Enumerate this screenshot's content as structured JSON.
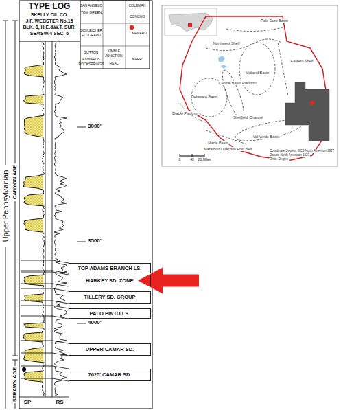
{
  "diagram": {
    "title": "TYPE LOG",
    "nodes": [
      {
        "text": [
          "TOP ADAMS BRANCH LS."
        ]
      },
      {
        "text": [
          "HARKEY SD. ZONE"
        ]
      },
      {
        "text": [
          "TILLERY SD. GROUP"
        ]
      },
      {
        "text": [
          "PALO PINTO LS."
        ]
      },
      {
        "text": [
          "UPPER CAMAR SD."
        ]
      },
      {
        "text": [
          "7625' CAMAR SD."
        ]
      }
    ],
    "labels": [
      "SKELLY OIL CO.",
      "J.F. WEBSTER No.15",
      "BLK. 8, H.E.&W.T. SUR.",
      "SE/4SW/4 SEC. 6",
      "3000'",
      "3500'",
      "4000'",
      "CANYON AGE",
      "STRAWN AGE",
      "Upper Pennsylvanian",
      "SP",
      "RS",
      "SAN ANGELO",
      "COLEMAN",
      "TOM GREEN",
      "CONCHO",
      "SCHLEICHER",
      "ELDORADO",
      "MENARD",
      "SUTTON",
      "KIMBLE",
      "JUNCTION",
      "EDWARDS",
      "ROCKSPRINGS",
      "KERR",
      "REAL",
      "Palo Duro Basin",
      "Northwest Shelf",
      "Midland Basin",
      "Eastern Shelf",
      "Delaware Basin",
      "Central Basin Platform",
      "Diablo Platform",
      "Val Verde Basin",
      "Sheffield Channel",
      "Marfa Basin",
      "Marathon Ouachita Fold Belt",
      "0",
      "40",
      "80 Miles",
      "Coordinate System: GCS North American 1927",
      "Datum: North American 1927",
      "Units: Degree"
    ]
  }
}
